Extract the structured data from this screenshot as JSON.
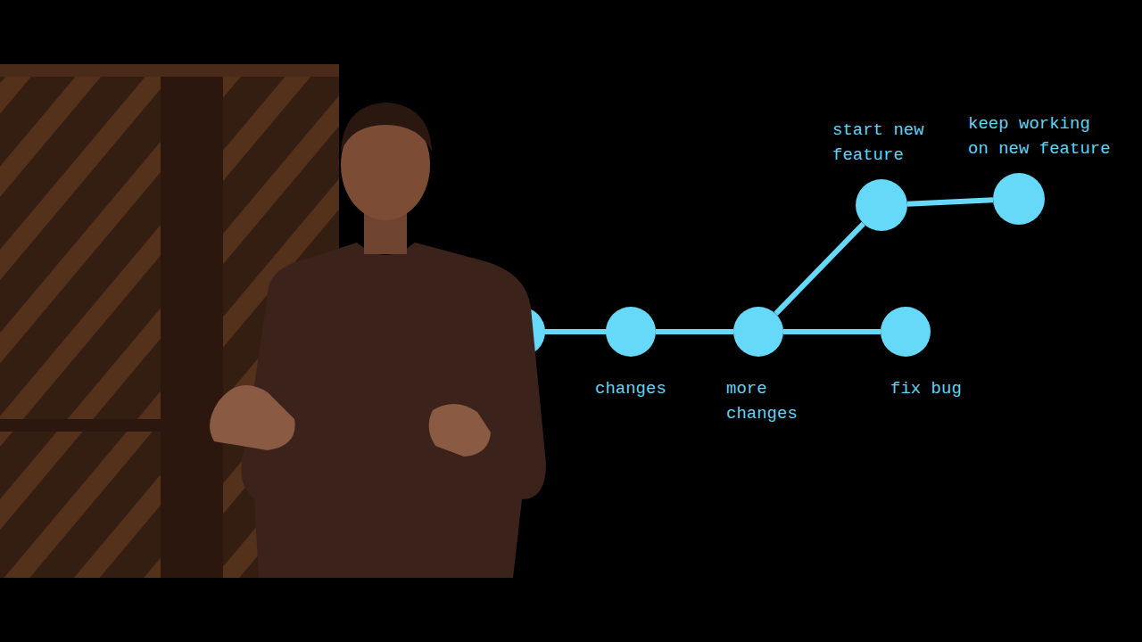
{
  "diagram": {
    "nodes": [
      {
        "text": [
          "changes"
        ]
      },
      {
        "text": [
          "more changes"
        ]
      },
      {
        "text": [
          "start new feature"
        ]
      },
      {
        "text": [
          "keep working on new feature"
        ]
      },
      {
        "text": [
          "fix bug"
        ]
      }
    ],
    "edges": [
      {
        "from": 0,
        "to": 1,
        "arrow": "none"
      },
      {
        "from": 1,
        "to": 2,
        "arrow": "none"
      },
      {
        "from": 2,
        "to": 3,
        "arrow": "none"
      },
      {
        "from": 1,
        "to": 4,
        "arrow": "none"
      }
    ]
  }
}
